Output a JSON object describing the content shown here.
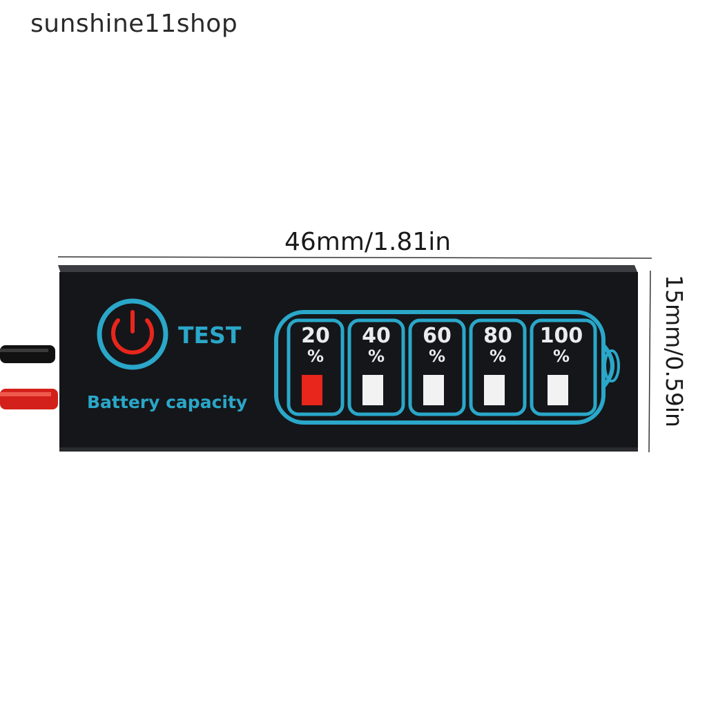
{
  "watermark": "sunshine11shop",
  "dimensions": {
    "width_label": "46mm/1.81in",
    "height_label": "15mm/0.59in"
  },
  "module": {
    "test_label": "TEST",
    "capacity_label": "Battery capacity",
    "levels": [
      {
        "number": "20",
        "symbol": "%",
        "state": "lit"
      },
      {
        "number": "40",
        "symbol": "%",
        "state": "off"
      },
      {
        "number": "60",
        "symbol": "%",
        "state": "off"
      },
      {
        "number": "80",
        "symbol": "%",
        "state": "off"
      },
      {
        "number": "100",
        "symbol": "%",
        "state": "off"
      }
    ]
  },
  "colors": {
    "accent_blue": "#2aa7c9",
    "led_red": "#e8261c",
    "board": "#141518",
    "wire_red": "#d4201a",
    "wire_black": "#111111"
  }
}
